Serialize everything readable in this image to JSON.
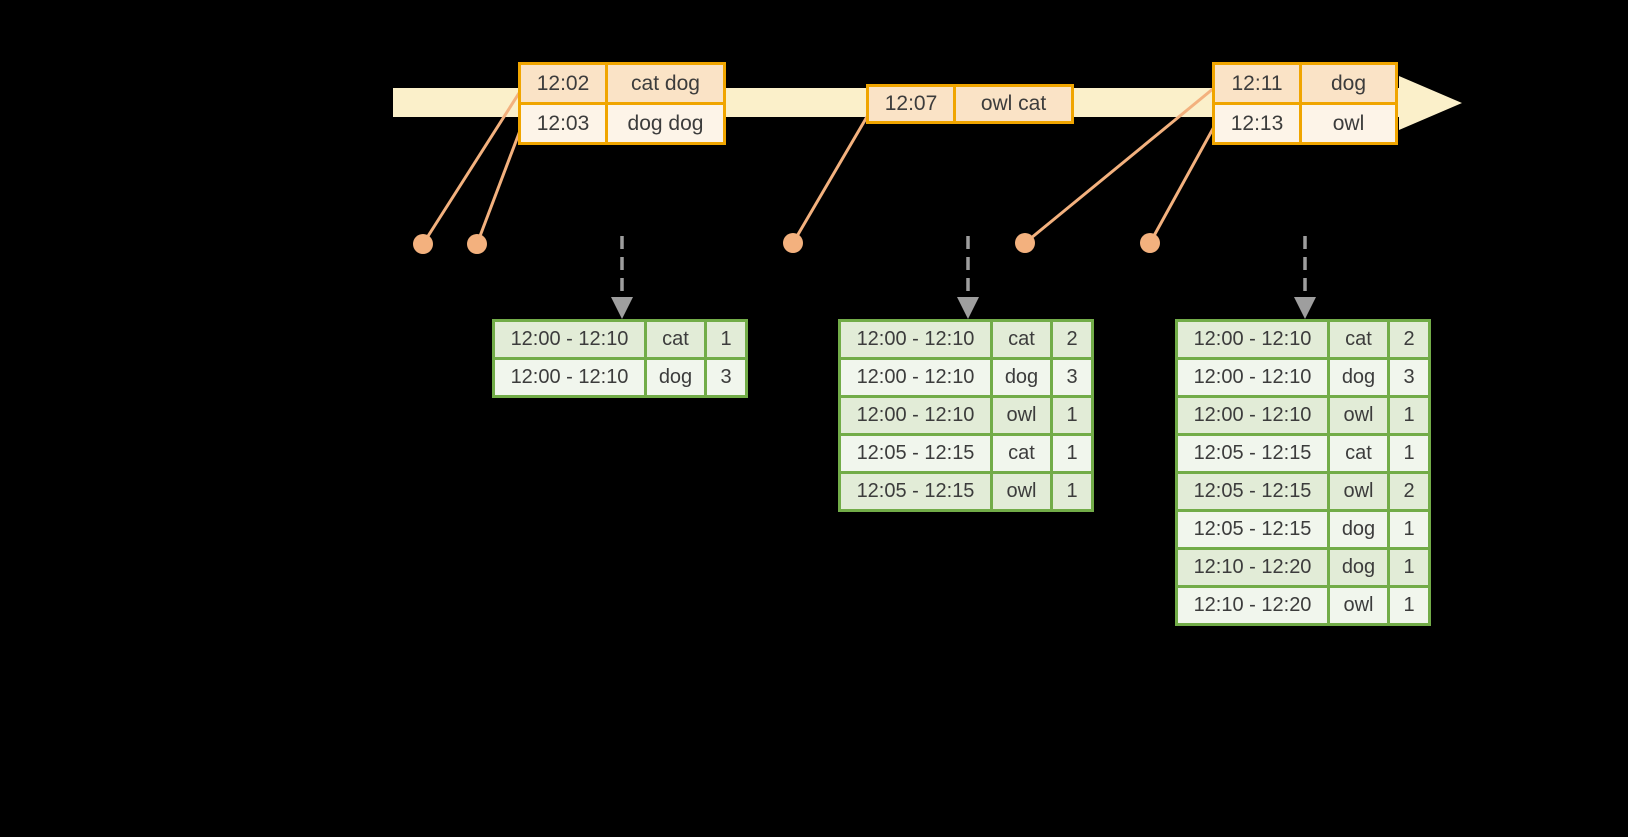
{
  "colors": {
    "background": "#000000",
    "timeline_band": "#FBF0CA",
    "event_border": "#F0A500",
    "event_row_dark": "#FAE3C6",
    "event_row_light": "#FDF4E8",
    "result_border": "#72AC48",
    "result_row_dark": "#E2ECD7",
    "result_row_light": "#F1F6ED",
    "connector": "#F3B17E",
    "trigger_arrow": "#9E9E9E",
    "text": "#3C3C3C"
  },
  "event_tables": [
    {
      "rows": [
        {
          "time": "12:02",
          "words": "cat dog"
        },
        {
          "time": "12:03",
          "words": "dog dog"
        }
      ]
    },
    {
      "rows": [
        {
          "time": "12:07",
          "words": "owl cat"
        }
      ]
    },
    {
      "rows": [
        {
          "time": "12:11",
          "words": "dog"
        },
        {
          "time": "12:13",
          "words": "owl"
        }
      ]
    }
  ],
  "result_tables": [
    {
      "rows": [
        {
          "window": "12:00 - 12:10",
          "word": "cat",
          "count": "1"
        },
        {
          "window": "12:00 - 12:10",
          "word": "dog",
          "count": "3"
        }
      ]
    },
    {
      "rows": [
        {
          "window": "12:00 - 12:10",
          "word": "cat",
          "count": "2"
        },
        {
          "window": "12:00 - 12:10",
          "word": "dog",
          "count": "3"
        },
        {
          "window": "12:00 - 12:10",
          "word": "owl",
          "count": "1"
        },
        {
          "window": "12:05 - 12:15",
          "word": "cat",
          "count": "1"
        },
        {
          "window": "12:05 - 12:15",
          "word": "owl",
          "count": "1"
        }
      ]
    },
    {
      "rows": [
        {
          "window": "12:00 - 12:10",
          "word": "cat",
          "count": "2"
        },
        {
          "window": "12:00 - 12:10",
          "word": "dog",
          "count": "3"
        },
        {
          "window": "12:00 - 12:10",
          "word": "owl",
          "count": "1"
        },
        {
          "window": "12:05 - 12:15",
          "word": "cat",
          "count": "1"
        },
        {
          "window": "12:05 - 12:15",
          "word": "owl",
          "count": "2"
        },
        {
          "window": "12:05 - 12:15",
          "word": "dog",
          "count": "1"
        },
        {
          "window": "12:10 - 12:20",
          "word": "dog",
          "count": "1"
        },
        {
          "window": "12:10 - 12:20",
          "word": "owl",
          "count": "1"
        }
      ]
    }
  ]
}
